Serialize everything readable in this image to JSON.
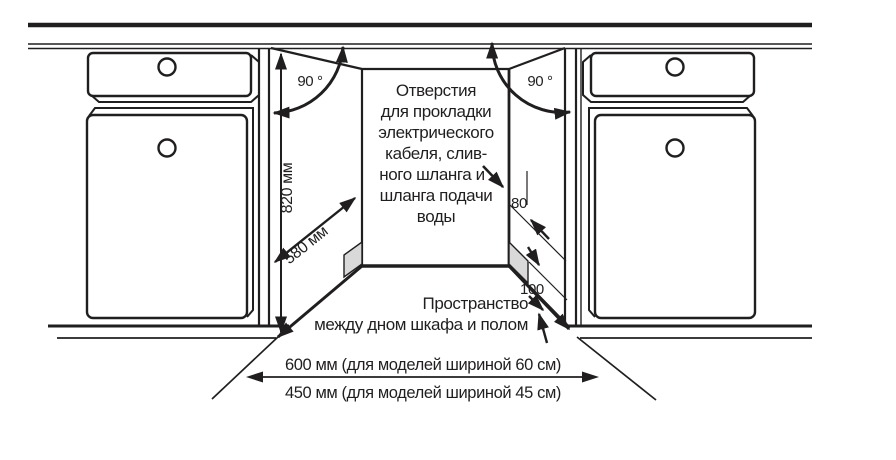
{
  "diagram": {
    "title_hint": "built-in appliance niche installation drawing",
    "center_note_lines": [
      "Отверстия",
      "для прокладки",
      "электрического",
      "кабеля, слив-",
      "ного шланга и",
      "шланга подачи",
      "воды"
    ],
    "labels": {
      "angle_left": "90 °",
      "angle_right": "90 °",
      "niche_height": "820 мм",
      "niche_depth": "580 мм",
      "hole_dim_top": "80",
      "hole_dim_bottom": "100",
      "floor_space_line1": "Пространство",
      "floor_space_line2": "между дном шкафа и полом",
      "width_model_60": "600 мм (для моделей шириной 60 см)",
      "width_model_45": "450 мм (для моделей шириной 45 см)"
    },
    "colors": {
      "line": "#211e1f",
      "hole_fill": "#d9d9d9",
      "background": "#ffffff"
    }
  }
}
